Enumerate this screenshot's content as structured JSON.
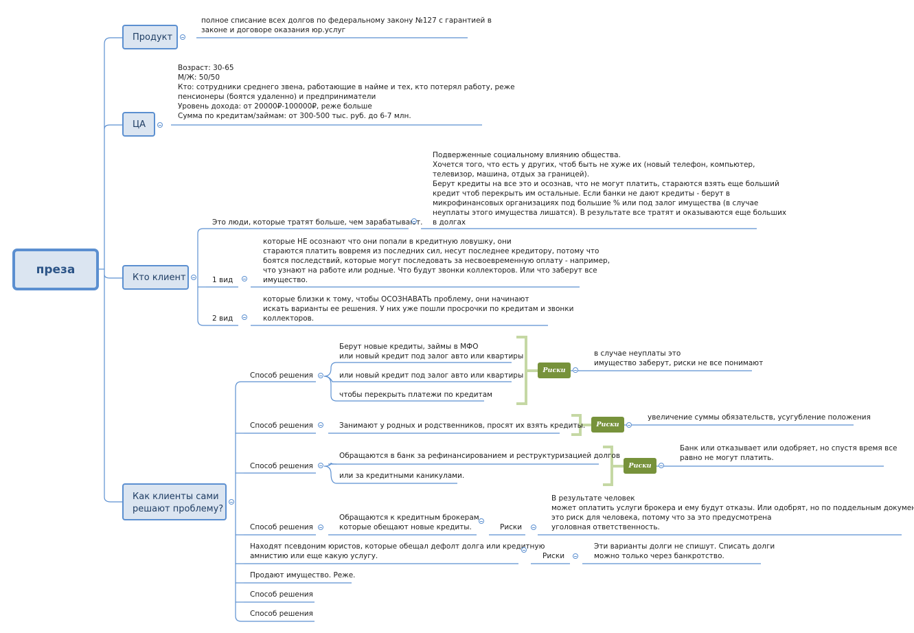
{
  "root": {
    "label": "преза"
  },
  "branches": {
    "product": {
      "label": "Продукт",
      "text": [
        "полное списание всех долгов по федеральному закону №127 с гарантией в",
        "законе и договоре оказания юр.услуг"
      ]
    },
    "ta": {
      "label": "ЦА",
      "text": [
        "Возраст: 30-65",
        "М/Ж: 50/50",
        "Кто: сотрудники среднего звена, работающие в найме и тех, кто потерял работу, реже",
        "пенсионеры (боятся удаленно) и предприниматели",
        "Уровень дохода: от 20000₽-100000₽, реже больше",
        "Сумма по кредитам/займам: от 300-500 тыс. руб. до 6-7 млн."
      ]
    },
    "client": {
      "label": "Кто клиент",
      "spend": {
        "label": "Это люди, которые тратят больше, чем зарабатывают.",
        "detail": [
          "Подверженные социальному влиянию общества.",
          "Хочется того, что есть у других, чтоб быть не хуже их (новый телефон, компьютер,",
          "телевизор, машина, отдых за границей).",
          "Берут кредиты на все это и осознав, что не могут платить, стараются взять еще больший",
          "кредит чтоб перекрыть им остальные. Если банки не дают кредиты - берут в",
          "микрофинансовых организациях под большие % или под залог имущества (в случае",
          "неуплаты этого имущества лишатся). В результате все тратят и оказываются еще больших",
          "в долгах"
        ]
      },
      "type1": {
        "label": "1 вид",
        "detail": [
          "которые НЕ осознают что они попали в кредитную ловушку, они",
          "стараются платить вовремя из последних сил, несут последнее кредитору, потому что",
          "боятся последствий, которые могут последовать за несвоевременную оплату - например,",
          "что узнают на работе или родные. Что будут звонки коллекторов. Или что заберут все",
          "имущество."
        ]
      },
      "type2": {
        "label": "2 вид",
        "detail": [
          "которые близки к тому, чтобы ОСОЗНАВАТЬ проблему, они начинают",
          "искать варианты ее решения. У них уже пошли просрочки по кредитам и звонки",
          "коллекторов."
        ]
      }
    },
    "solve": {
      "label": [
        "Как клиенты сами",
        "решают проблему?"
      ],
      "s1": {
        "label": "Способ решения",
        "items": [
          [
            "Берут новые кредиты, займы в МФО",
            "или новый кредит под залог авто или квартиры"
          ],
          [
            "или новый кредит под залог авто или квартиры"
          ],
          [
            "чтобы перекрыть платежи по кредитам"
          ]
        ],
        "risk": "Риски",
        "risk_text": [
          "в случае неуплаты это",
          "имущество заберут, риски не все понимают"
        ]
      },
      "s2": {
        "label": "Способ решения",
        "item": "Занимают у родных и родственников, просят их взять кредиты.",
        "risk": "Риски",
        "risk_text": "увеличение суммы обязательств, усугубление положения"
      },
      "s3": {
        "label": "Способ решения",
        "items": [
          "Обращаются в банк за рефинансированием и реструктуризацией долгов",
          "или за кредитными каникулами."
        ],
        "risk": "Риски",
        "risk_text": [
          "Банк или отказывает или одобряет, но спустя время все",
          "равно не могут платить."
        ]
      },
      "s4": {
        "label": "Способ решения",
        "item": [
          "Обращаются к кредитным брокерам,",
          "которые обещают новые кредиты."
        ],
        "risk": "Риски",
        "risk_text": [
          "В результате человек",
          "может оплатить услуги брокера и ему будут отказы. Или одобрят, но по поддельным документам и",
          "это риск для человека, потому что за это предусмотрена",
          "уголовная ответственность."
        ]
      },
      "s5": {
        "label": [
          "Находят псевдоним юристов, которые обещал дефолт долга или кредитную",
          "амнистию или еще какую услугу."
        ],
        "risk": "Риски",
        "risk_text": [
          "Эти варианты долги не спишут. Списать долги",
          "можно только через банкротство."
        ]
      },
      "s6": {
        "label": "Продают имущество. Реже."
      },
      "s7": {
        "label": "Способ решения"
      },
      "s8": {
        "label": "Способ решения"
      }
    }
  },
  "colors": {
    "accent": "#5b8fd0",
    "bracket": "#c5d8a4",
    "risk": "#77923b"
  }
}
